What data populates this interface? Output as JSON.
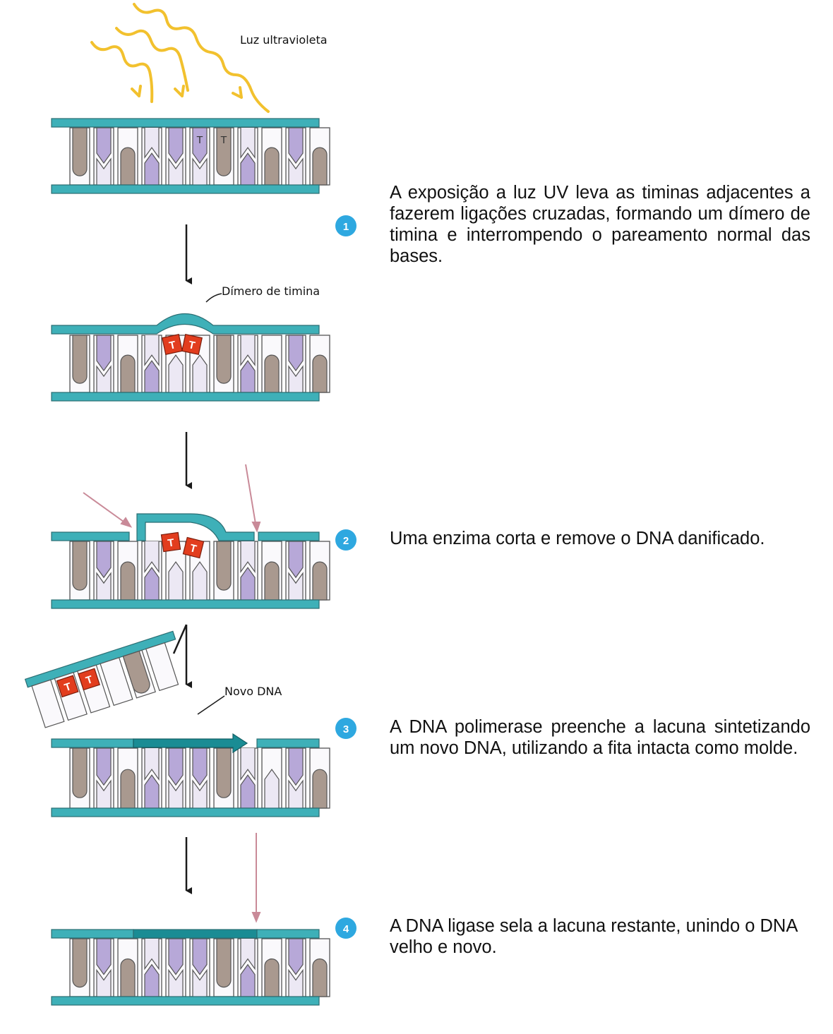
{
  "labels": {
    "uv_light": "Luz ultravioleta",
    "thymine_dimer": "Dímero de timina",
    "new_dna": "Novo DNA",
    "thymine": "T"
  },
  "steps": [
    {
      "number": "1",
      "text": "A exposição a luz UV leva as timinas adjacentes a fazerem ligações cruzadas, formando um dímero de timina e interrompendo o pareamento normal das bases."
    },
    {
      "number": "2",
      "text": "Uma enzima corta e remove o DNA danificado."
    },
    {
      "number": "3",
      "text": "A DNA polimerase preenche a lacuna sintetizando um novo DNA, utilizando a fita intacta como molde."
    },
    {
      "number": "4",
      "text": "A DNA ligase sela a lacuna restante, unindo o DNA velho e novo."
    }
  ],
  "colors": {
    "backbone": "#3eb0b8",
    "backbone_new": "#1a8c94",
    "base_brown": "#a9998f",
    "base_purple": "#b7a8d8",
    "base_light": "#ece8f4",
    "dimer": "#e23d1e",
    "badge": "#2ea8e0",
    "uv": "#f2c12e",
    "cut_arrow": "#c98a98"
  }
}
